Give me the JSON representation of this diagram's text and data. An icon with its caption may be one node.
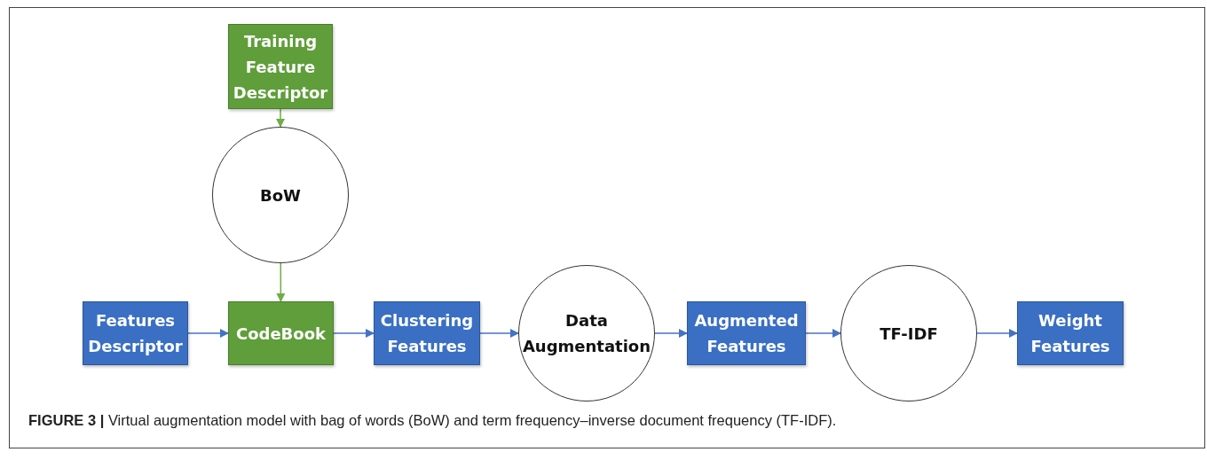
{
  "diagram": {
    "caption": "**FIGURE 3 |** Virtual augmentation model with bag of words (BoW) and term frequency–inverse document frequency (TF-IDF).",
    "nodes": [
      {
        "text": [
          "Training Feature Descriptor"
        ]
      },
      {
        "text": [
          "BoW"
        ]
      },
      {
        "text": [
          "Features Descriptor"
        ]
      },
      {
        "text": [
          "CodeBook"
        ]
      },
      {
        "text": [
          "Clustering Features"
        ]
      },
      {
        "text": [
          "Data Augmentation"
        ]
      },
      {
        "text": [
          "Augmented Features"
        ]
      },
      {
        "text": [
          "TF-IDF"
        ]
      },
      {
        "text": [
          "Weight Features"
        ]
      }
    ],
    "edges": [
      {
        "from": 0,
        "to": 1,
        "arrow": "to",
        "color": "#70ad47"
      },
      {
        "from": 1,
        "to": 3,
        "arrow": "to",
        "color": "#70ad47"
      },
      {
        "from": 2,
        "to": 3,
        "arrow": "to"
      },
      {
        "from": 3,
        "to": 4,
        "arrow": "to"
      },
      {
        "from": 4,
        "to": 5,
        "arrow": "to"
      },
      {
        "from": 5,
        "to": 6,
        "arrow": "to"
      },
      {
        "from": 6,
        "to": 7,
        "arrow": "to"
      },
      {
        "from": 7,
        "to": 8,
        "arrow": "to"
      }
    ]
  }
}
